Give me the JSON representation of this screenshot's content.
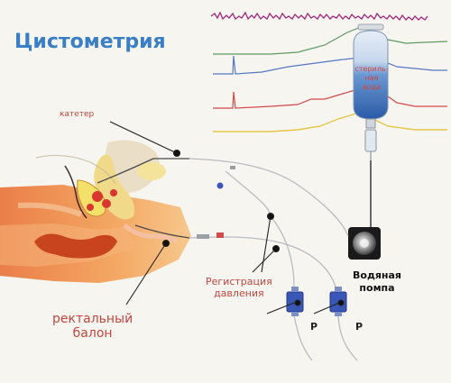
{
  "title": "Цистометрия",
  "labels": {
    "catheter": "катетер",
    "pressure_registration": [
      "Регистрация",
      "давления"
    ],
    "rectal_balloon": [
      "ректальный",
      "балон"
    ],
    "water_pump": [
      "Водяная",
      "помпа"
    ],
    "sterile_water": [
      "стериль-",
      "ная",
      "вода"
    ],
    "p_left": "P",
    "p_right": "P"
  },
  "colors": {
    "title": "#3a7fc6",
    "label_red": "#c2463d",
    "trace_purple": "#a0287a",
    "trace_green": "#5e9a62",
    "trace_blue": "#5678c2",
    "trace_red": "#d24a4a",
    "trace_yellow": "#e6c646",
    "bag_blue": "#2d63b0",
    "transducer_blue": "#3a57b8"
  },
  "icons": [
    "water-pump-icon",
    "transducer-icon",
    "water-bag-icon",
    "drip-chamber-icon"
  ]
}
